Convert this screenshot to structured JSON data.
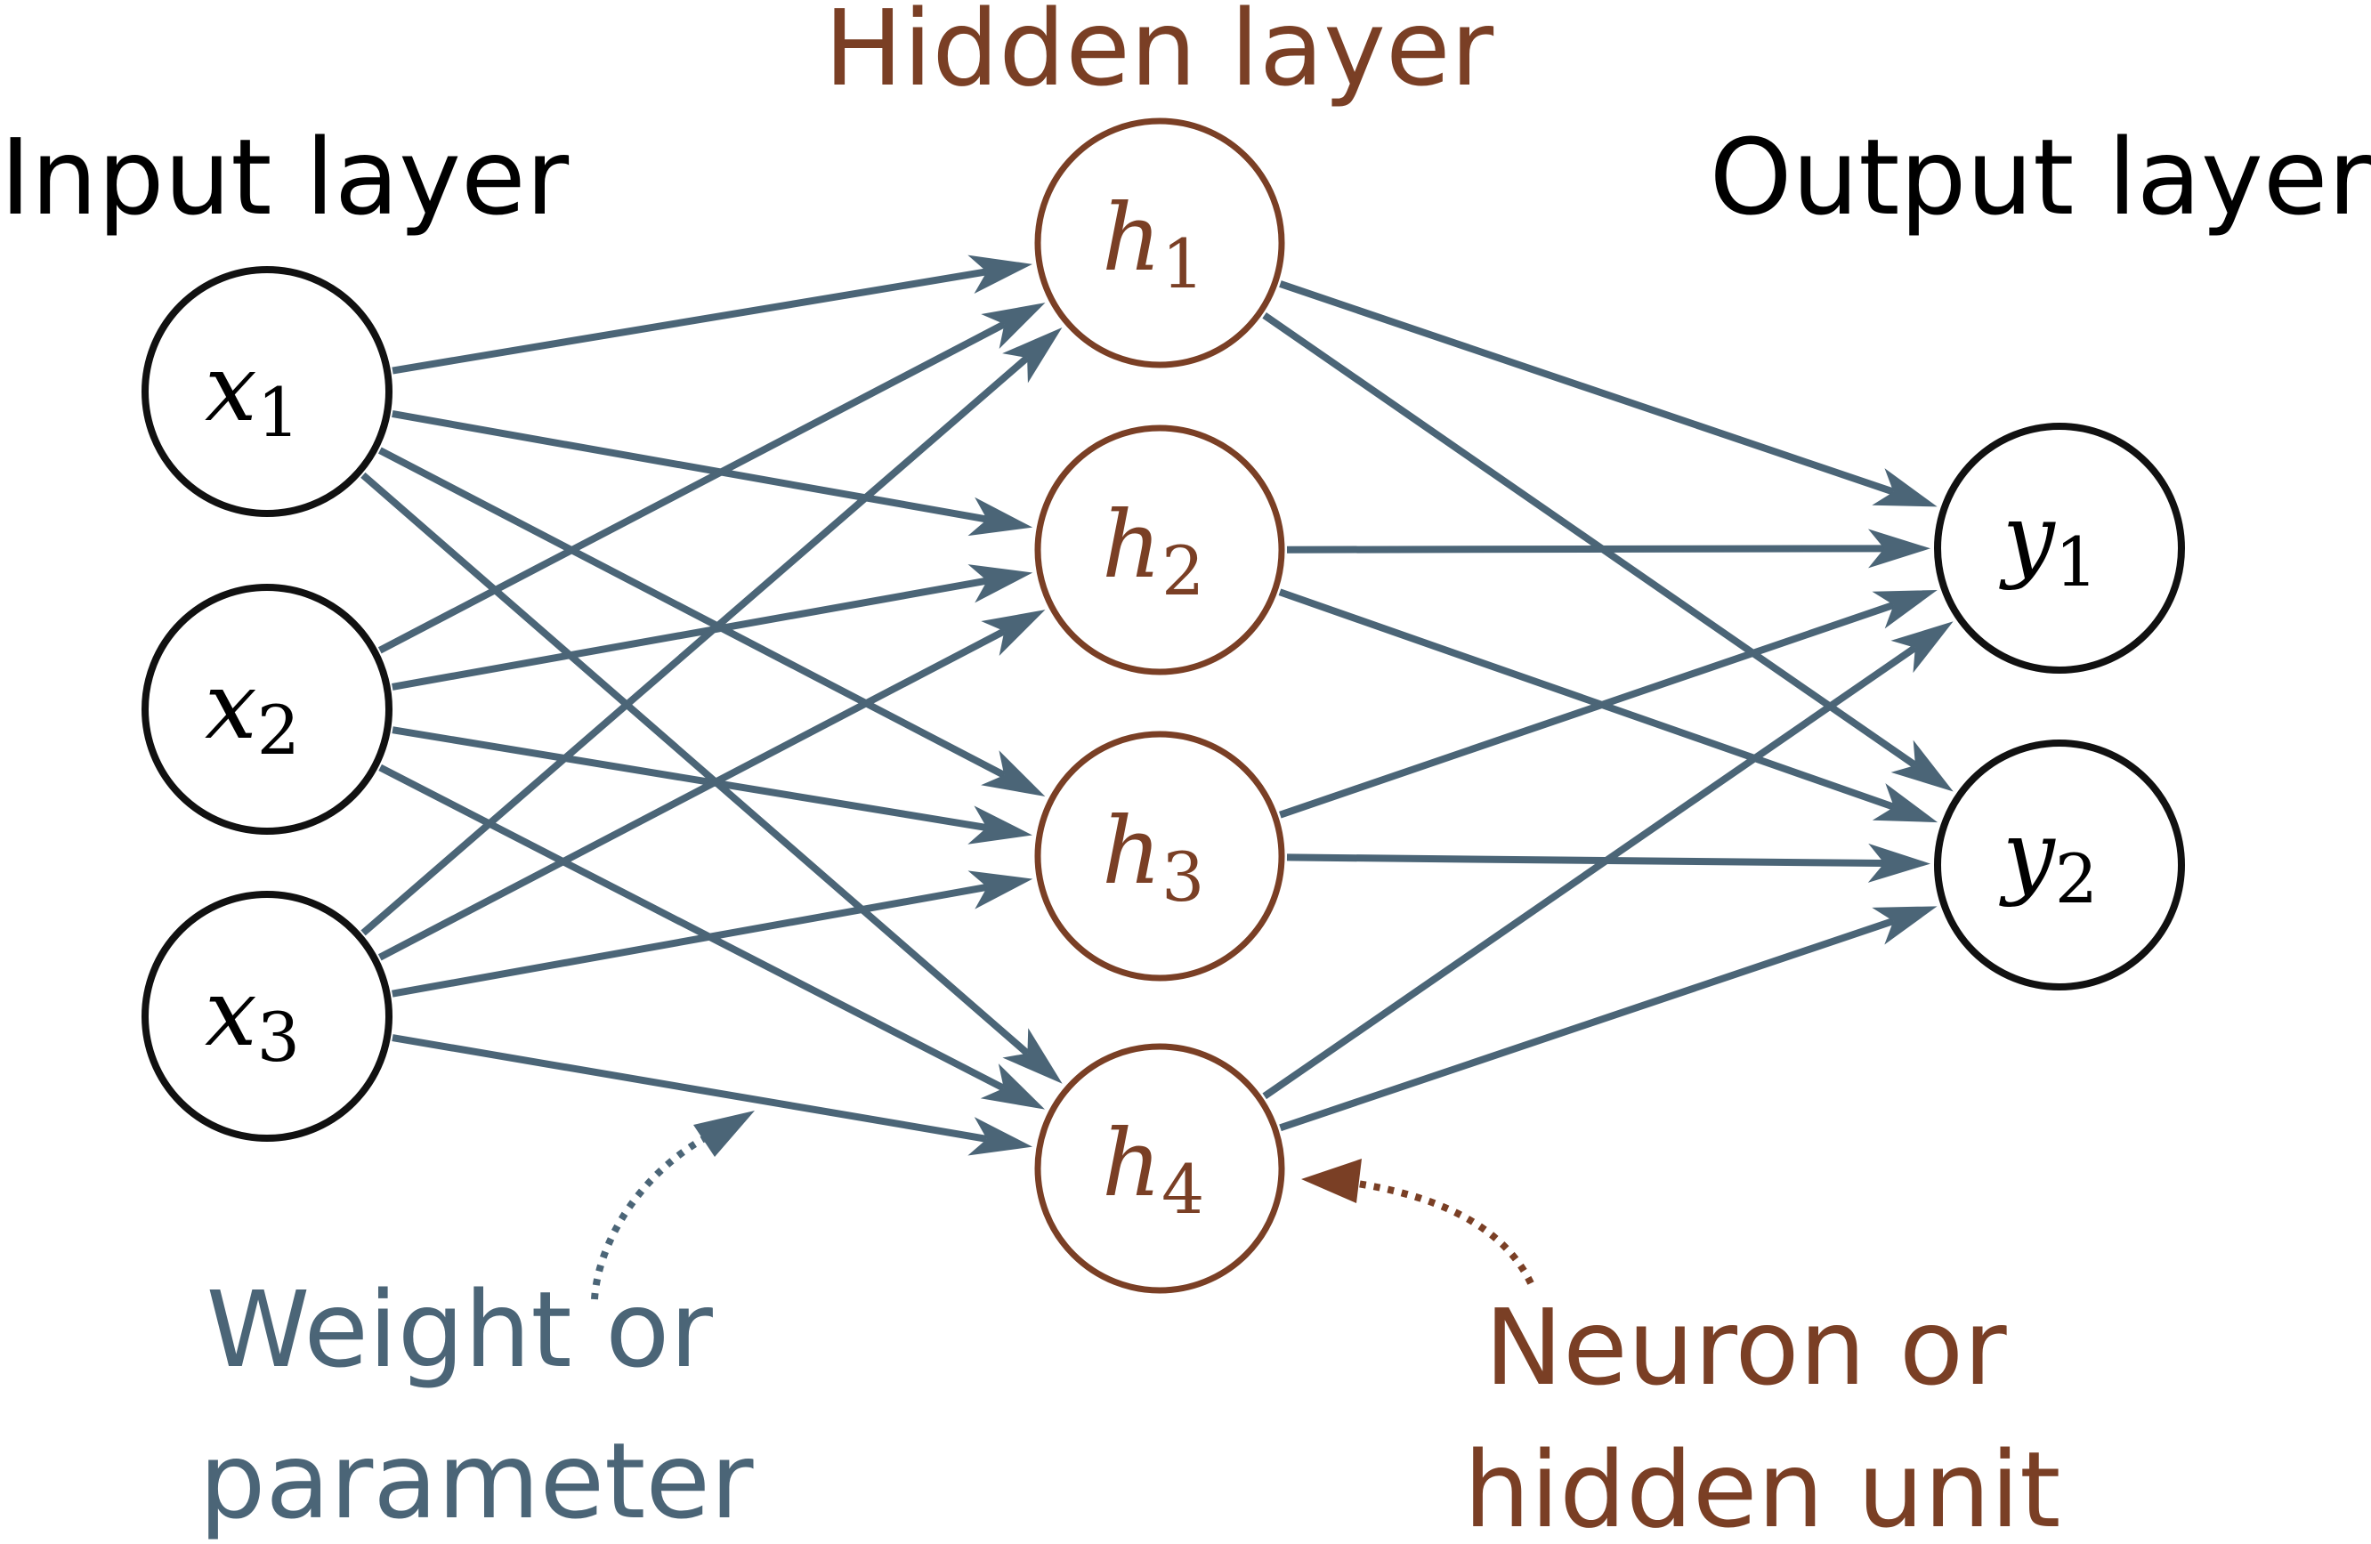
{
  "titles": {
    "input": "Input layer",
    "hidden": "Hidden layer",
    "output": "Output layer"
  },
  "nodes": {
    "input": [
      {
        "var": "x",
        "sub": "1"
      },
      {
        "var": "x",
        "sub": "2"
      },
      {
        "var": "x",
        "sub": "3"
      }
    ],
    "hidden": [
      {
        "var": "h",
        "sub": "1"
      },
      {
        "var": "h",
        "sub": "2"
      },
      {
        "var": "h",
        "sub": "3"
      },
      {
        "var": "h",
        "sub": "4"
      }
    ],
    "output": [
      {
        "var": "y",
        "sub": "1"
      },
      {
        "var": "y",
        "sub": "2"
      }
    ]
  },
  "annotations": {
    "weight": [
      "Weight or",
      "parameter"
    ],
    "neuron": [
      "Neuron or",
      "hidden unit"
    ]
  },
  "colors": {
    "weight": "#4b6577",
    "neuron": "#7a3f25",
    "node_stroke": "#111111",
    "text": "#000000",
    "background": "#ffffff"
  }
}
